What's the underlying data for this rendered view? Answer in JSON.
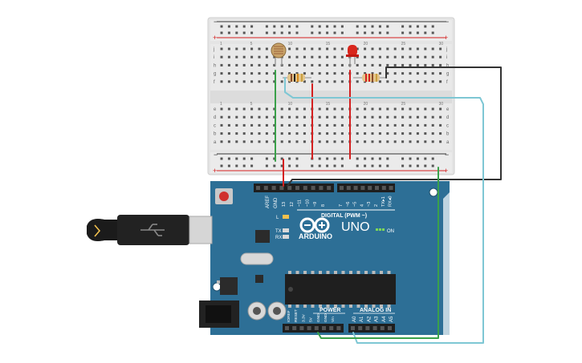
{
  "breadboard": {
    "plus": "+",
    "minus": "−",
    "rows_top": [
      "j",
      "i",
      "h",
      "g",
      "f"
    ],
    "rows_bottom": [
      "e",
      "d",
      "c",
      "b",
      "a"
    ],
    "columns": [
      "1",
      "5",
      "10",
      "15",
      "20",
      "25",
      "30"
    ]
  },
  "arduino": {
    "logo": "ARDUINO",
    "model": "UNO",
    "on_label": "ON",
    "tx_label": "TX",
    "rx_label": "RX",
    "l_label": "L",
    "digital_label": "DIGITAL (PWM ~)",
    "power_label": "POWER",
    "analog_label": "ANALOG IN",
    "aref_label": "AREF",
    "gnd_label": "GND",
    "digital_pins": [
      "13",
      "12",
      "~11",
      "~10",
      "~9",
      "8",
      "7",
      "~6",
      "~5",
      "4",
      "~3",
      "2",
      "TX▸1",
      "RX◂0"
    ],
    "power_pins": [
      "IOREF",
      "RESET",
      "3.3V",
      "5V",
      "GND",
      "GND",
      "Vin"
    ],
    "analog_pins": [
      "A0",
      "A1",
      "A2",
      "A3",
      "A4",
      "A5"
    ]
  },
  "colors": {
    "board": "#2a6f97",
    "breadboard": "#e6e6e6",
    "red_rail": "#d42020",
    "wire_red": "#d42020",
    "wire_green": "#3aa14a",
    "wire_cyan": "#7ec7d4",
    "wire_black": "#333333"
  }
}
